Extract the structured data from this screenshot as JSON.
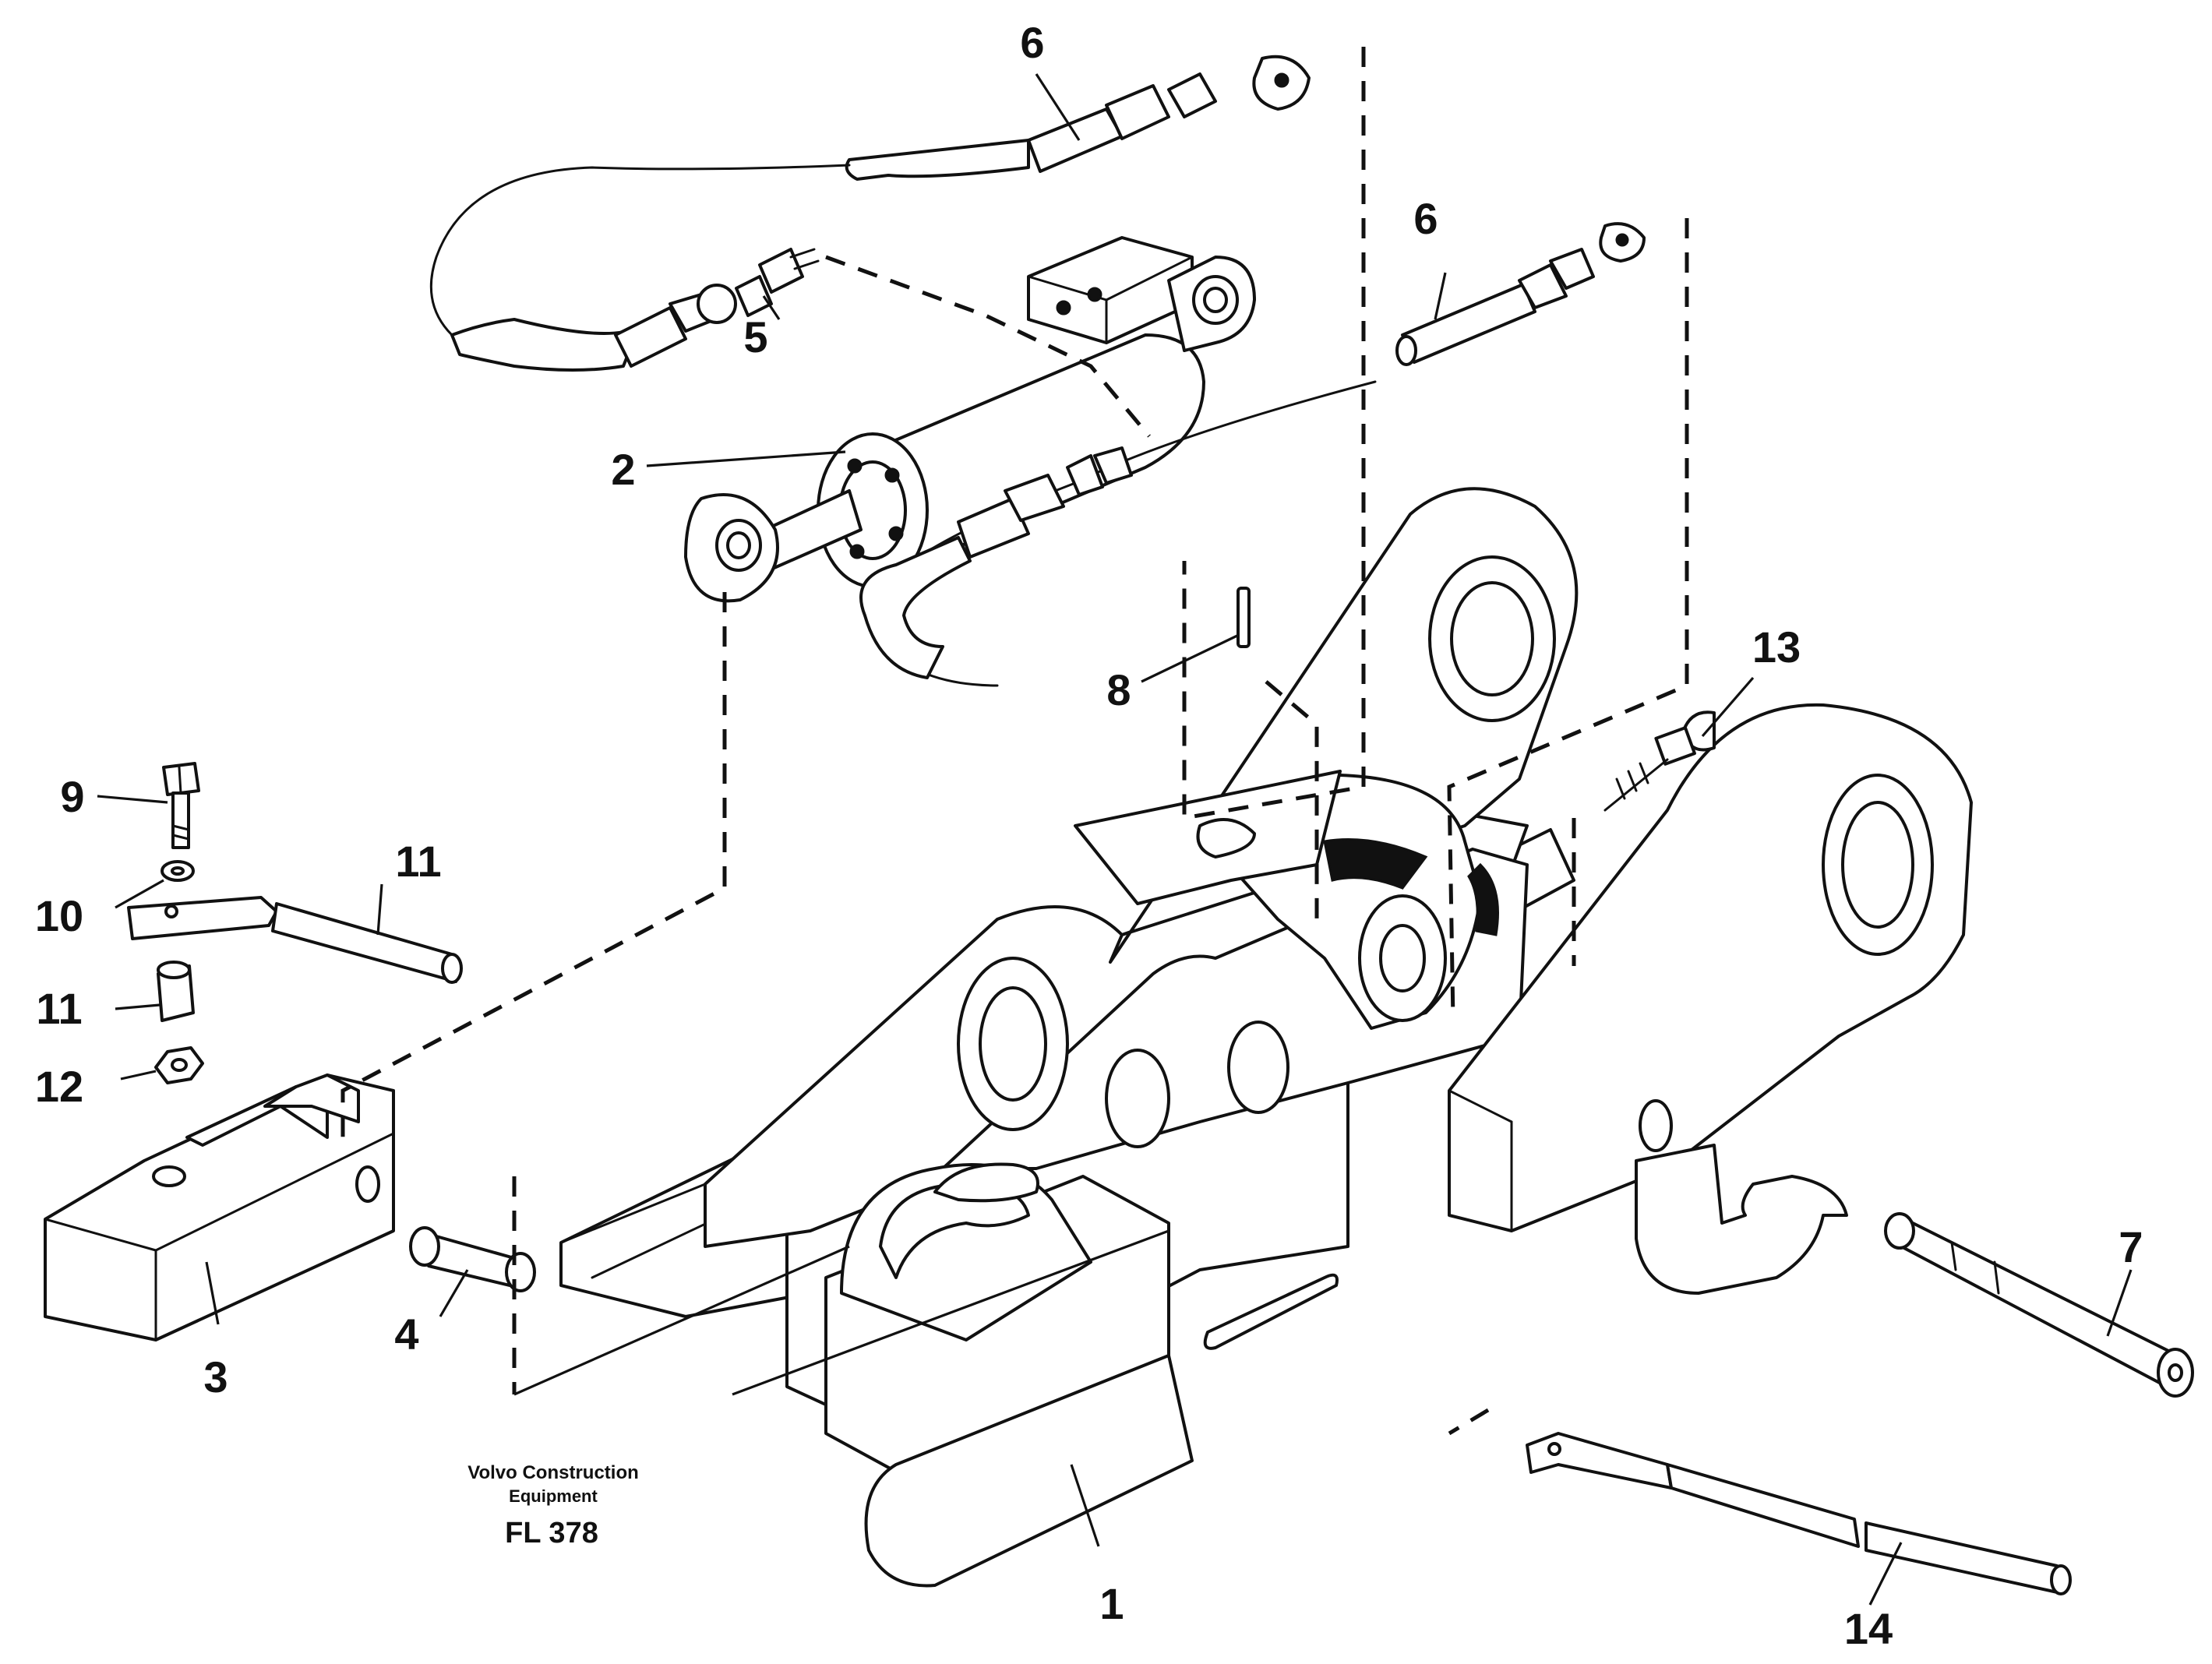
{
  "callouts": [
    {
      "id": "c1",
      "label": "1"
    },
    {
      "id": "c2",
      "label": "2"
    },
    {
      "id": "c3",
      "label": "3"
    },
    {
      "id": "c4",
      "label": "4"
    },
    {
      "id": "c5",
      "label": "5"
    },
    {
      "id": "c6a",
      "label": "6"
    },
    {
      "id": "c6b",
      "label": "6"
    },
    {
      "id": "c7",
      "label": "7"
    },
    {
      "id": "c8",
      "label": "8"
    },
    {
      "id": "c9",
      "label": "9"
    },
    {
      "id": "c10",
      "label": "10"
    },
    {
      "id": "c11a",
      "label": "11"
    },
    {
      "id": "c11b",
      "label": "11"
    },
    {
      "id": "c12",
      "label": "12"
    },
    {
      "id": "c13",
      "label": "13"
    },
    {
      "id": "c14",
      "label": "14"
    }
  ],
  "watermark": {
    "line1": "Volvo Construction",
    "line2": "Equipment",
    "code": "FL 378"
  }
}
